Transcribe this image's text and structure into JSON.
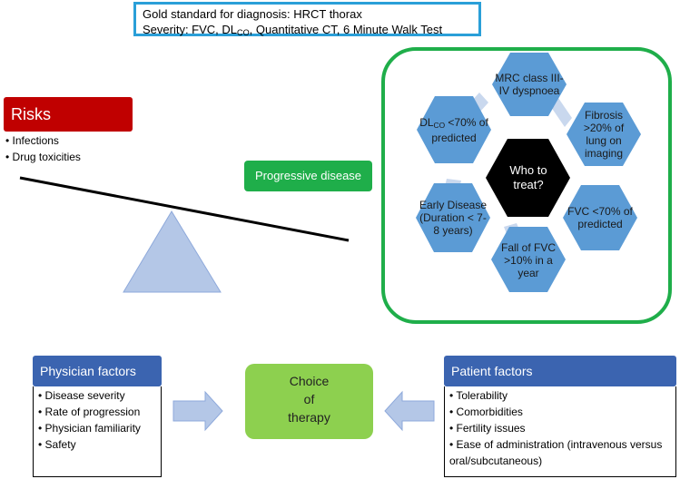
{
  "top_box": {
    "line1": "Gold standard for diagnosis: HRCT thorax",
    "line2_prefix": "Severity: FVC, DL",
    "line2_sub": "CO",
    "line2_suffix": ", Quantitative CT, 6 Minute Walk Test"
  },
  "risks": {
    "title": "Risks",
    "items": [
      "Infections",
      "Drug toxicities"
    ]
  },
  "progressive_label": "Progressive  disease",
  "hexagons": {
    "center": "Who to treat?",
    "top": "MRC class III-IV dyspnoea",
    "top_right": "Fibrosis >20% of lung on imaging",
    "bottom_right": "FVC <70% of predicted",
    "bottom": "Fall of FVC >10% in a year",
    "bottom_left": "Early Disease (Duration < 7-8 years)",
    "top_left_prefix": "DL",
    "top_left_sub": "CO",
    "top_left_suffix": " <70% of predicted"
  },
  "physician": {
    "title": "Physician factors",
    "items": [
      "Disease severity",
      "Rate of progression",
      "Physician familiarity",
      "Safety"
    ]
  },
  "patient": {
    "title": "Patient factors",
    "items": [
      "Tolerability",
      "Comorbidities",
      "Fertility issues",
      "Ease of administration (intravenous versus oral/subcutaneous)"
    ]
  },
  "choice": {
    "line1": "Choice",
    "line2": "of",
    "line3": "therapy"
  },
  "colors": {
    "risks": "#c00000",
    "progressive": "#1fae4a",
    "hexagon": "#5b9bd5",
    "center_hexagon": "#000000",
    "factor_title": "#3b64b0",
    "choice": "#8dd04f",
    "arrow": "#b4c7e7",
    "triangle": "#b4c7e7"
  }
}
